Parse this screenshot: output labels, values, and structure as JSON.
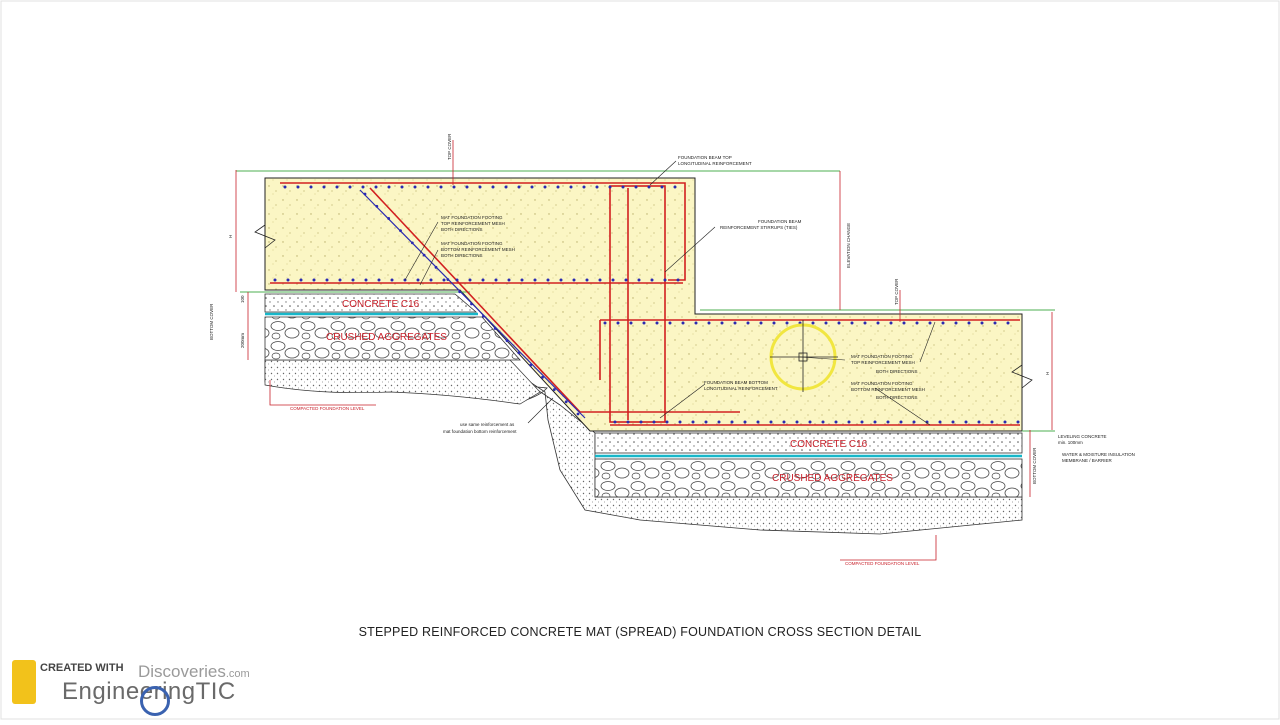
{
  "caption": "STEPPED REINFORCED CONCRETE MAT (SPREAD) FOUNDATION CROSS SECTION DETAIL",
  "labels": {
    "concrete_upper": "CONCRETE C16",
    "concrete_lower": "CONCRETE C16",
    "aggregates_upper": "CRUSHED AGGREGATES",
    "aggregates_lower": "CRUSHED AGGREGATES",
    "compacted_upper": "COMPACTED FOUNDATION LEVEL",
    "compacted_lower": "COMPACTED FOUNDATION LEVEL",
    "beam_top_1": "FOUNDATION BEAM TOP",
    "beam_top_2": "LONGITUDINAL REINFORCEMENT",
    "stirrups_1": "FOUNDATION BEAM",
    "stirrups_2": "REINFORCEMENT STIRRUPS (TIES)",
    "mat_top_upper_1": "MAT FOUNDATION FOOTING",
    "mat_top_upper_2": "TOP REINFORCEMENT MESH",
    "mat_top_upper_3": "BOTH DIRECTIONS",
    "mat_bot_upper_1": "MAT FOUNDATION FOOTING",
    "mat_bot_upper_2": "BOTTOM REINFORCEMENT MESH",
    "mat_bot_upper_3": "BOTH DIRECTIONS",
    "mat_top_lower_1": "MAT FOUNDATION FOOTING",
    "mat_top_lower_2": "TOP REINFORCEMENT MESH",
    "mat_top_lower_3": "BOTH DIRECTIONS",
    "mat_bot_lower_1": "MAT FOUNDATION FOOTING",
    "mat_bot_lower_2": "BOTTOM REINFORCEMENT MESH",
    "mat_bot_lower_3": "BOTH DIRECTIONS",
    "beam_bottom_1": "FOUNDATION BEAM BOTTOM",
    "beam_bottom_2": "LONGITUDINAL REINFORCEMENT",
    "same_bars_1": "use same reinforcement as",
    "same_bars_2": "mat foundation bottom reinforcement",
    "leveling_1": "LEVELING CONCRETE",
    "leveling_2": "min. 100mm",
    "waterproof_1": "WATER & MOISTURE INSULATION",
    "waterproof_2": "MEMBRANE / BARRIER",
    "top_cover_1": "TOP COVER",
    "top_cover_2": "TOP COVER",
    "bottom_cover_1": "BOTTOM COVER",
    "bottom_cover_2": "BOTTOM COVER",
    "elevation_change": "ELEVATION CHANGE",
    "dim_h1": "H",
    "dim_h2": "H",
    "dim_100": "100",
    "dim_200": "200mm"
  },
  "watermark": {
    "created": "CREATED WITH",
    "discoveries": "Discoveries",
    "dotcom": ".com",
    "engineering": "EngineeringTIC"
  },
  "colors": {
    "concrete_fill": "#fbf6c4",
    "rebar": "#d22020",
    "bar_dot": "#2a2ab0",
    "annotation": "#c8202a",
    "membrane": "#17b7c9",
    "level_line": "#4caf50",
    "highlight": "#f1e640",
    "outline": "#222222"
  }
}
